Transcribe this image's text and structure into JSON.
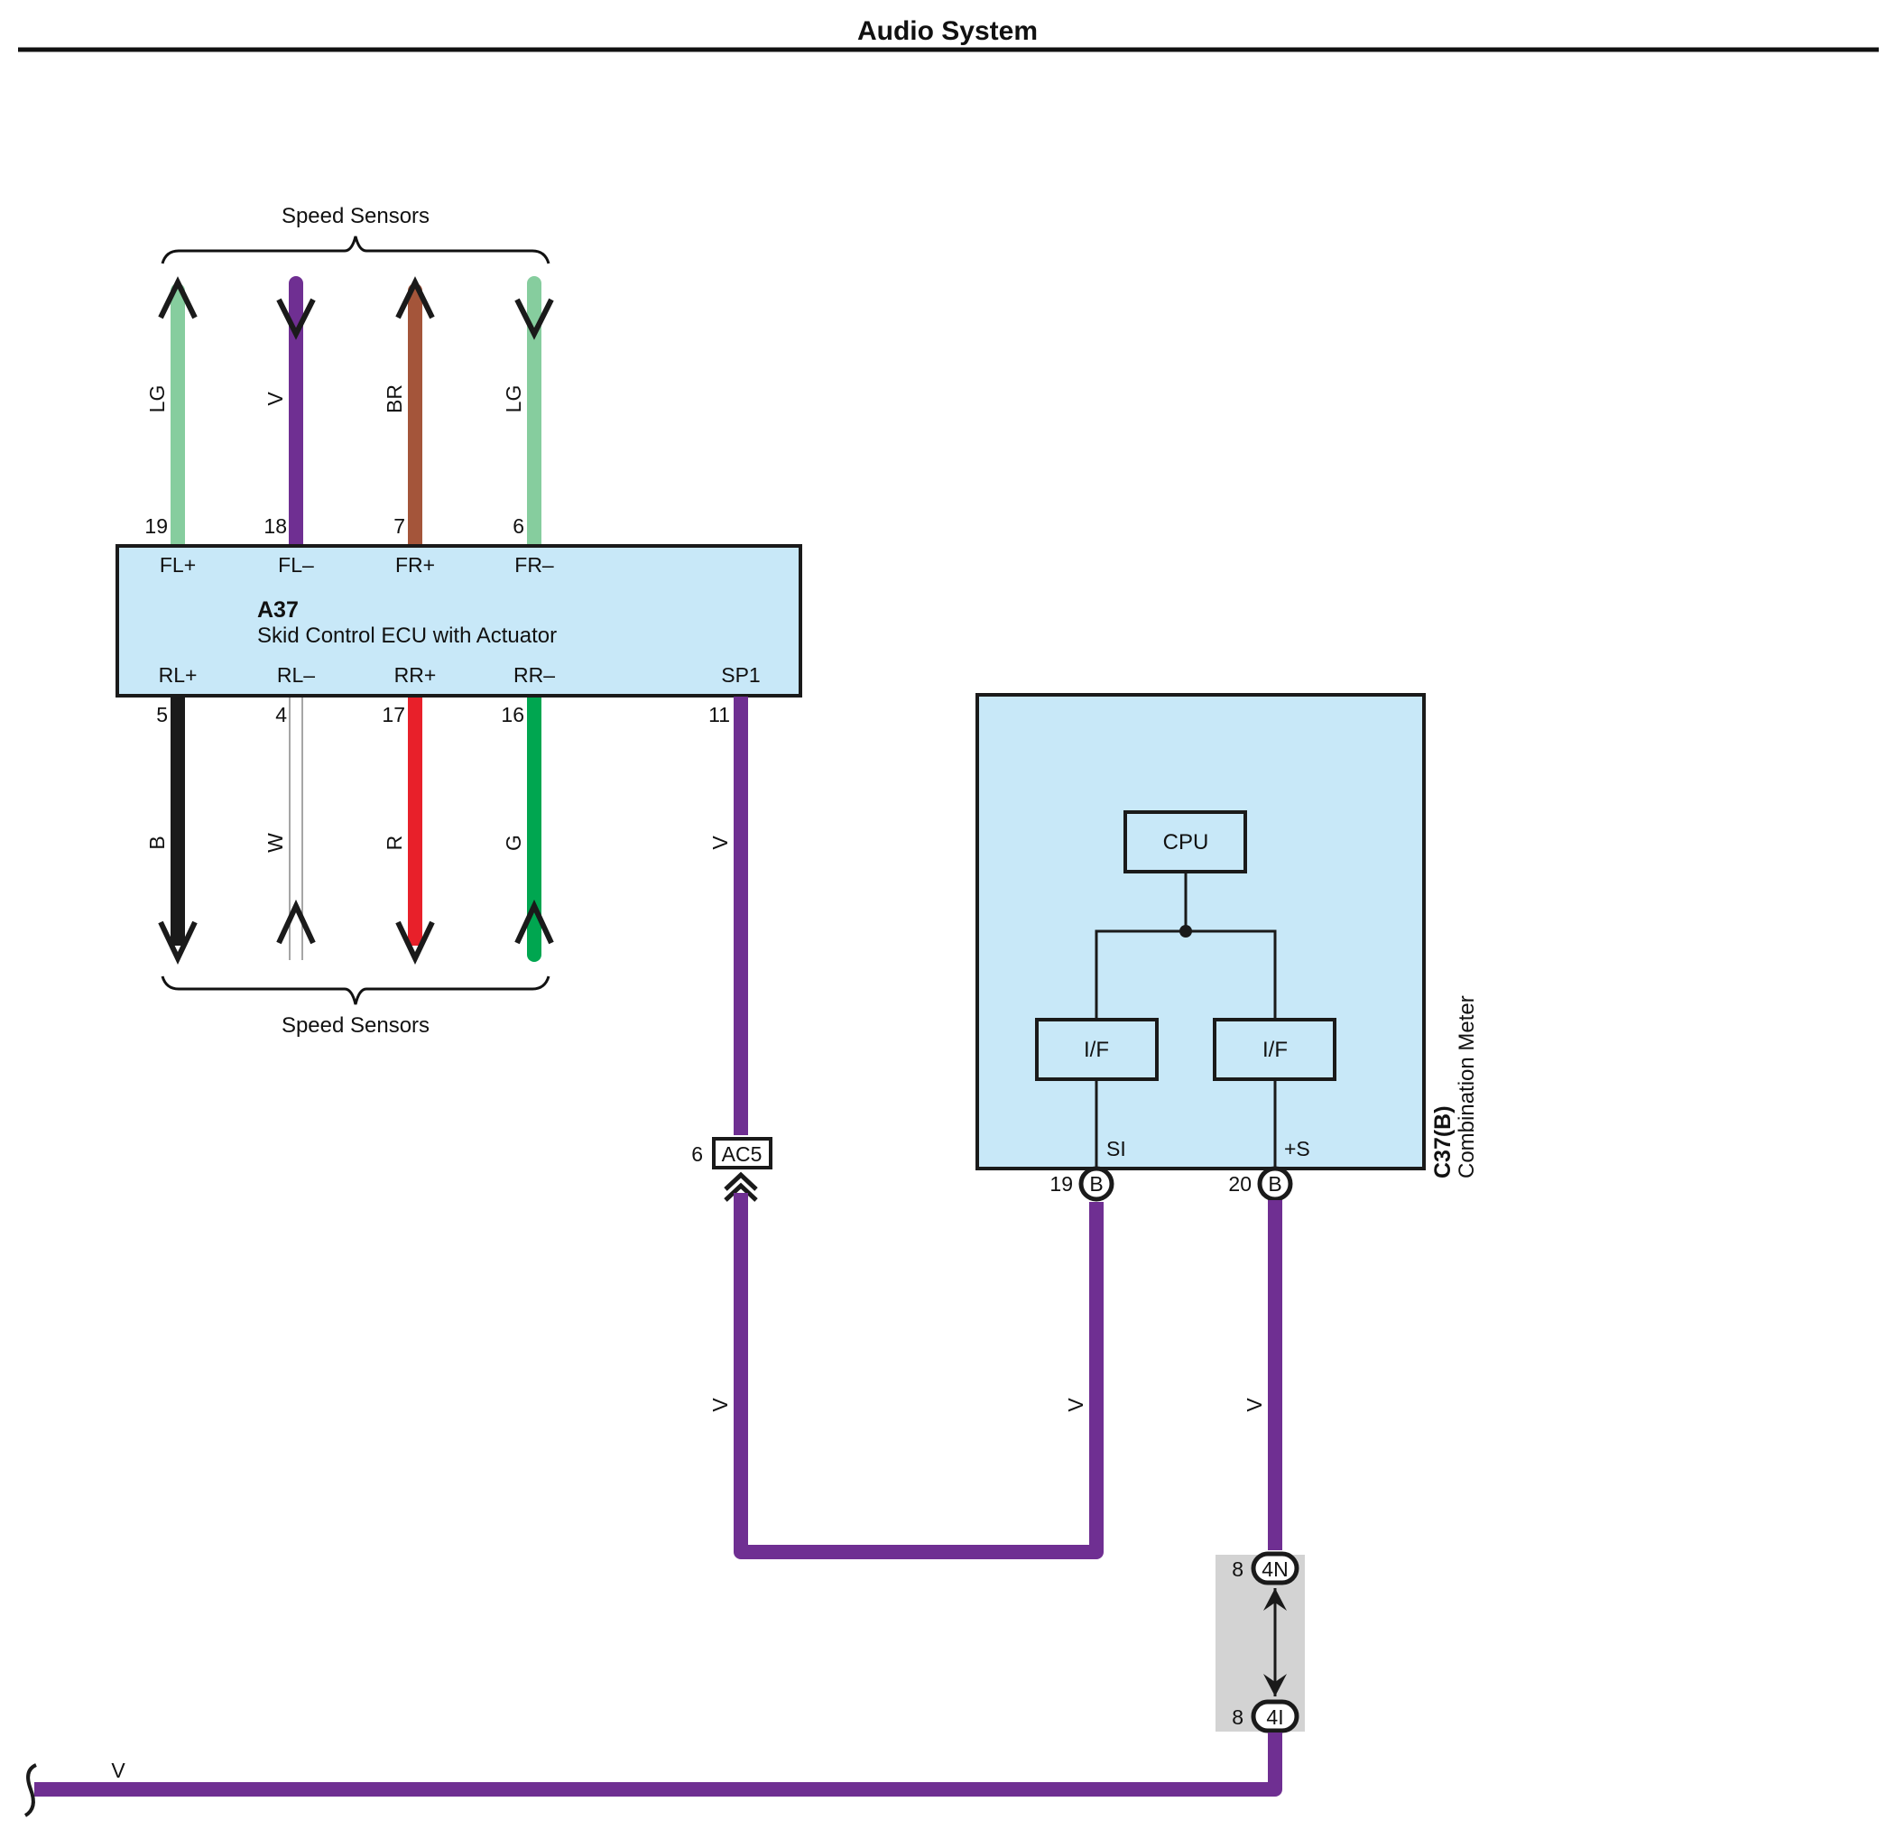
{
  "header": {
    "title": "Audio System"
  },
  "colors": {
    "ecu_fill": "#c8e8f8",
    "violet": "#6f2f92",
    "light_green": "#86cd9e",
    "brown": "#a4553a",
    "black": "#1a1a1a",
    "red": "#e8202a",
    "green": "#00a650",
    "connector_bg": "#d3d3d3"
  },
  "groups": {
    "top_label": "Speed Sensors",
    "bottom_label": "Speed Sensors"
  },
  "ecu": {
    "id": "A37",
    "name": "Skid Control ECU with Actuator",
    "top_terminals": [
      {
        "pin": "19",
        "name": "FL+",
        "wire": "LG",
        "arrow": "up"
      },
      {
        "pin": "18",
        "name": "FL–",
        "wire": "V",
        "arrow": "down"
      },
      {
        "pin": "7",
        "name": "FR+",
        "wire": "BR",
        "arrow": "up"
      },
      {
        "pin": "6",
        "name": "FR–",
        "wire": "LG",
        "arrow": "down"
      }
    ],
    "bottom_terminals": [
      {
        "pin": "5",
        "name": "RL+",
        "wire": "B",
        "arrow": "down"
      },
      {
        "pin": "4",
        "name": "RL–",
        "wire": "W",
        "arrow": "up"
      },
      {
        "pin": "17",
        "name": "RR+",
        "wire": "R",
        "arrow": "down"
      },
      {
        "pin": "16",
        "name": "RR–",
        "wire": "G",
        "arrow": "up"
      },
      {
        "pin": "11",
        "name": "SP1",
        "wire": "V"
      }
    ]
  },
  "meter": {
    "id": "C37(B)",
    "name": "Combination Meter",
    "cpu_label": "CPU",
    "if_left": "I/F",
    "if_right": "I/F",
    "term_left": {
      "name": "SI",
      "pin": "19",
      "conn": "B"
    },
    "term_right": {
      "name": "+S",
      "pin": "20",
      "conn": "B"
    }
  },
  "connectors": {
    "ac5": {
      "label": "AC5",
      "pin": "6"
    },
    "n4": {
      "label": "4N",
      "pin": "8"
    },
    "i4": {
      "label": "4I",
      "pin": "8"
    }
  },
  "wire_labels": {
    "ac5_lower": "V",
    "si_wire": "V",
    "plus_s_wire": "V",
    "bottom_wire": "V"
  }
}
